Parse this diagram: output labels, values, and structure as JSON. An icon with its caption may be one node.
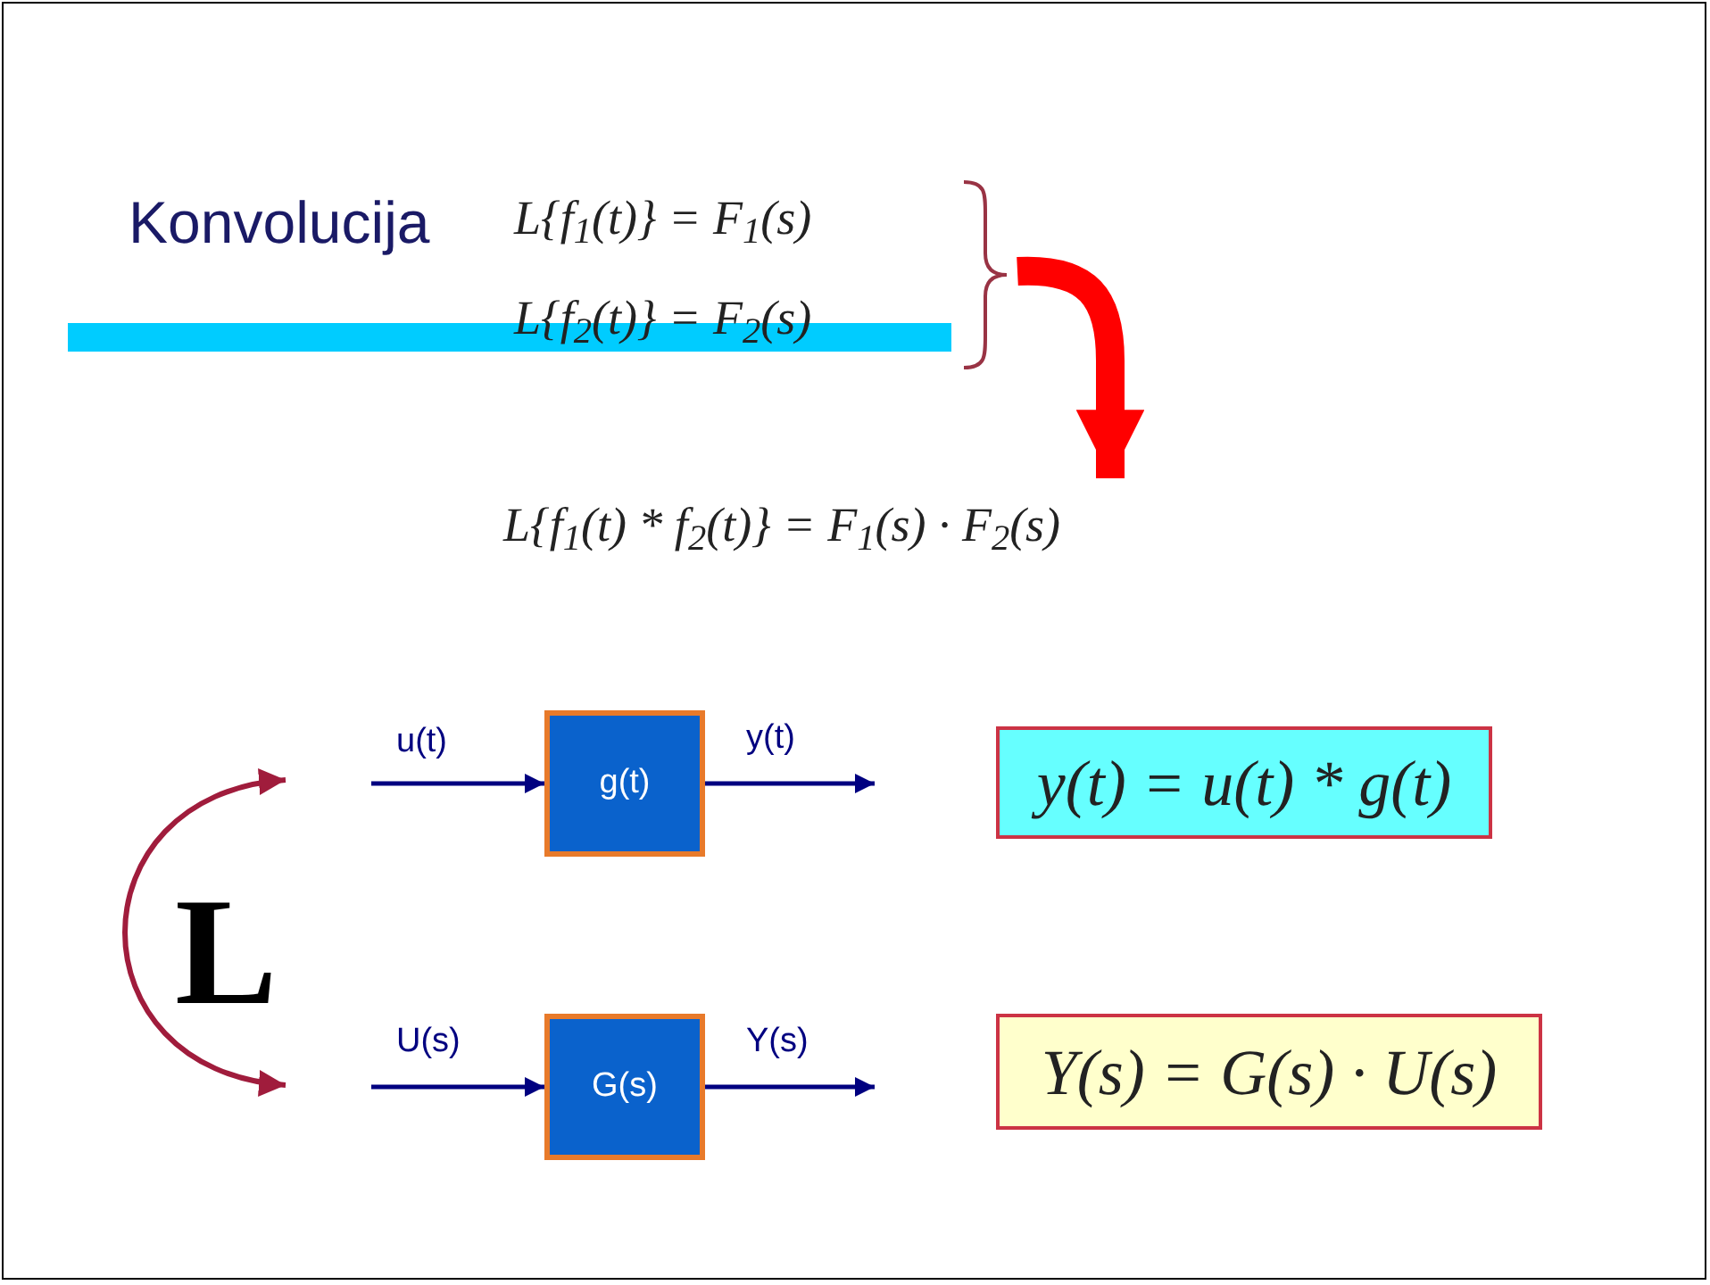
{
  "diagram": {
    "title": "Konvolucija",
    "nodes": [
      {
        "text": [
          "L{f$_{1}$(t)} = F$_{1}$(s)",
          "L{f$_{2}$(t)} = F$_{2}$(s)"
        ]
      },
      {
        "text": [
          "L{f$_{1}$(t) * f$_{2}$(t)} = F$_{1}$(s) · F$_{2}$(s)"
        ]
      },
      {
        "text": [
          "g(t)"
        ]
      },
      {
        "text": [
          "y(t) = u(t) * g(t)"
        ]
      },
      {
        "text": [
          "G(s)"
        ]
      },
      {
        "text": [
          "Y(s) = G(s) · U(s)"
        ]
      }
    ],
    "edges": [
      {
        "from": 0,
        "to": 1,
        "arrow": "to",
        "style": "thick",
        "color": "#ff0000"
      },
      {
        "from": null,
        "to": 2,
        "arrow": "to",
        "label": "u(t)"
      },
      {
        "from": 2,
        "to": null,
        "arrow": "to",
        "label": "y(t)"
      },
      {
        "from": null,
        "to": 4,
        "arrow": "to",
        "label": "U(s)"
      },
      {
        "from": 4,
        "to": null,
        "arrow": "to",
        "label": "Y(s)"
      }
    ],
    "labels": [
      "L"
    ]
  }
}
